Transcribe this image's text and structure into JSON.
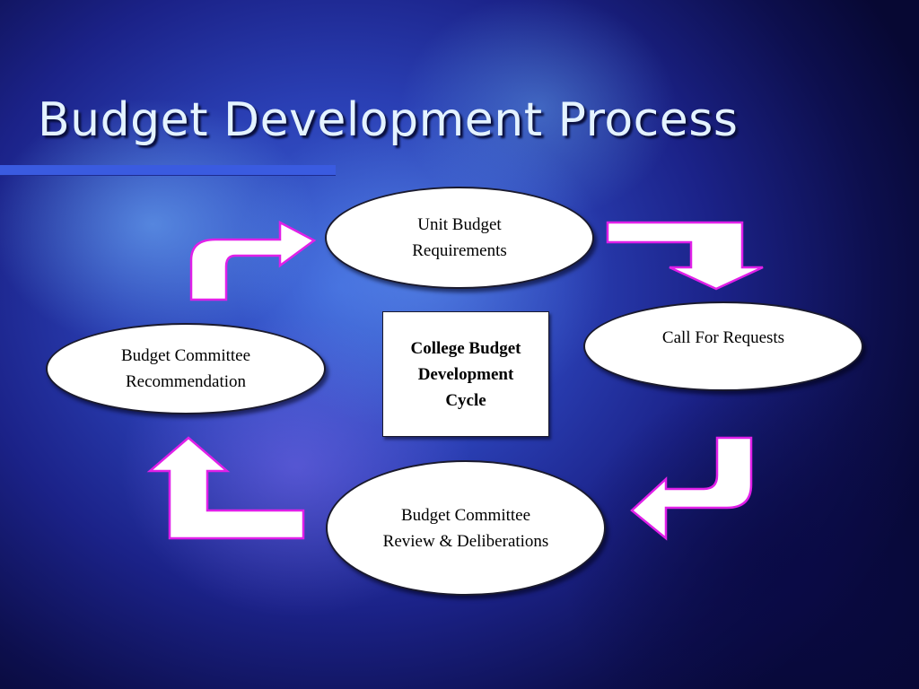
{
  "slide": {
    "title": "Budget Development Process",
    "center_label": "College Budget Development Cycle",
    "nodes": {
      "unit_budget": "Unit Budget Requirements",
      "call_requests": "Call For Requests",
      "committee_review": "Budget Committee Review & Deliberations",
      "committee_recommendation": "Budget Committee Recommendation"
    }
  },
  "colors": {
    "title_text": "#e4f3ff",
    "node_fill": "#ffffff",
    "arrow_fill": "#ffffff",
    "arrow_outline": "#e020e8",
    "background_deep": "#0d0f4e",
    "background_light": "#3c62d6"
  },
  "icons": {
    "arrow_1": "bent-arrow-down-icon",
    "arrow_2": "curved-arrow-down-left-icon",
    "arrow_3": "bent-arrow-up-icon",
    "arrow_4": "curved-arrow-up-right-icon"
  }
}
